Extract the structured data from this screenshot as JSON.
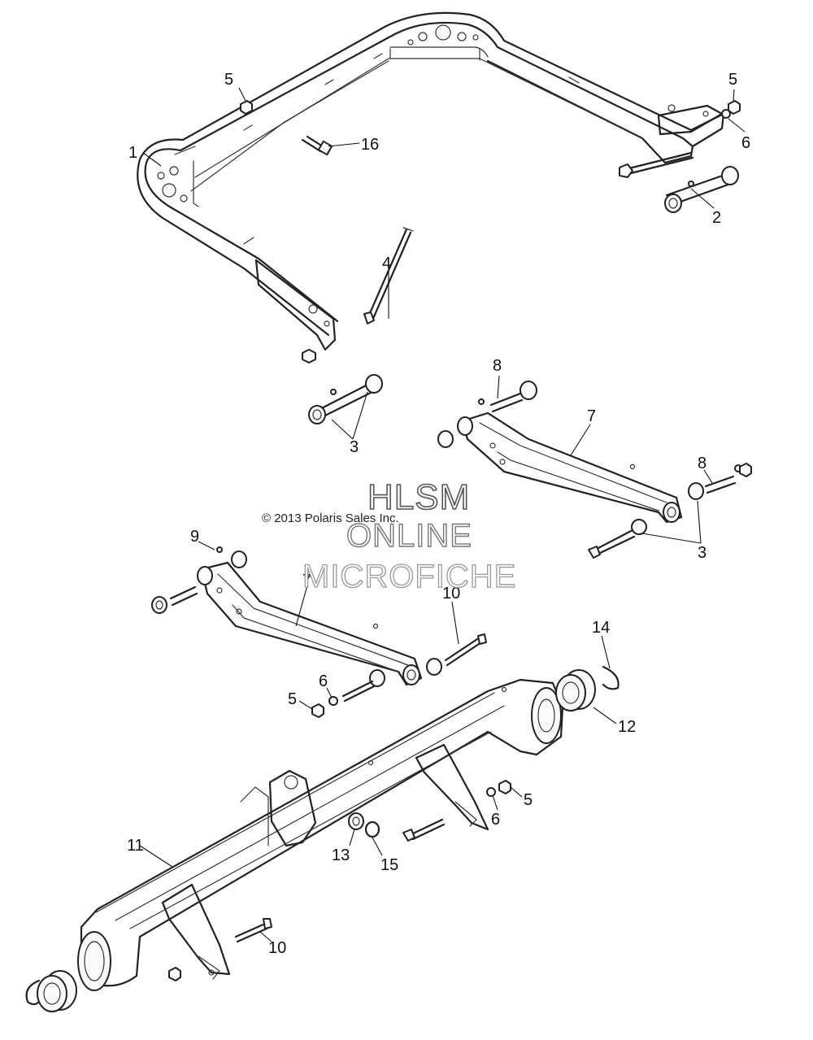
{
  "callouts": {
    "c1": "1",
    "c2": "2",
    "c3a": "3",
    "c3b": "3",
    "c4": "4",
    "c5a": "5",
    "c5b": "5",
    "c5c": "5",
    "c5d": "5",
    "c6a": "6",
    "c6b": "6",
    "c6c": "6",
    "c7a": "7",
    "c7b": "7",
    "c8a": "8",
    "c8b": "8",
    "c9": "9",
    "c10a": "10",
    "c10b": "10",
    "c11": "11",
    "c12": "12",
    "c13": "13",
    "c14": "14",
    "c15": "15",
    "c16": "16"
  },
  "copyright": "© 2013 Polaris Sales Inc.",
  "watermark": {
    "line1": "HLSM",
    "line2": "ONLINE",
    "line3": "MICROFICHE"
  },
  "colors": {
    "line": "#222222",
    "background": "#ffffff"
  }
}
